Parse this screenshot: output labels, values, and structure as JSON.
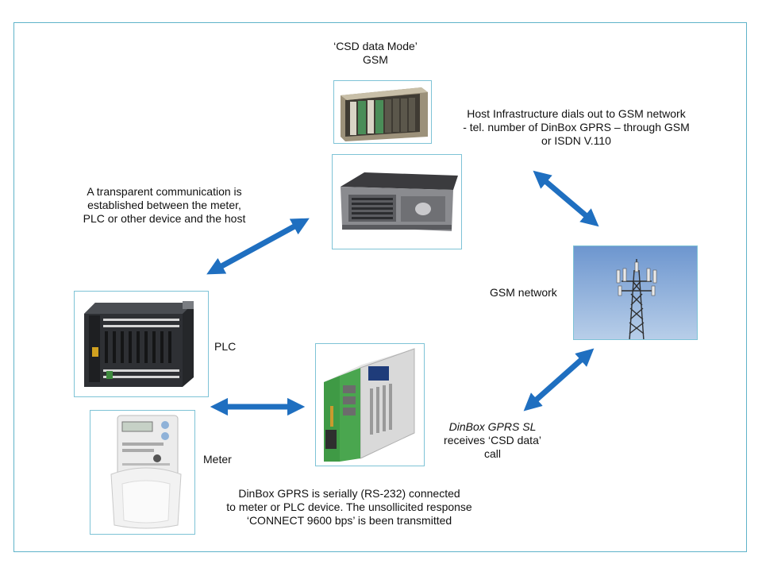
{
  "labels": {
    "csd_mode": "‘CSD data Mode’\nGSM",
    "host_infra": "Host Infrastructure  dials out to GSM network\n-   tel. number of DinBox GPRS –  through GSM\nor ISDN V.110",
    "transparent": "A transparent communication is\nestablished between the meter,\nPLC or other device and the host",
    "gsm_network": "GSM network",
    "plc": "PLC",
    "meter": "Meter",
    "dinbox_sl_line1": "DinBox GPRS SL",
    "dinbox_sl_rest": "receives ‘CSD data’\ncall",
    "serial": "DinBox GPRS is serially (RS-232) connected\nto meter or PLC device. The unsollicited response\n‘CONNECT 9600 bps’ is been transmitted"
  },
  "colors": {
    "arrow": "#1f6fc0",
    "frame": "#5fb3c9",
    "image_border": "#7ec3d6"
  },
  "icons": [
    "rack-chassis-image",
    "server-image",
    "cell-tower-image",
    "plc-image",
    "meter-image",
    "dinbox-modem-image"
  ]
}
